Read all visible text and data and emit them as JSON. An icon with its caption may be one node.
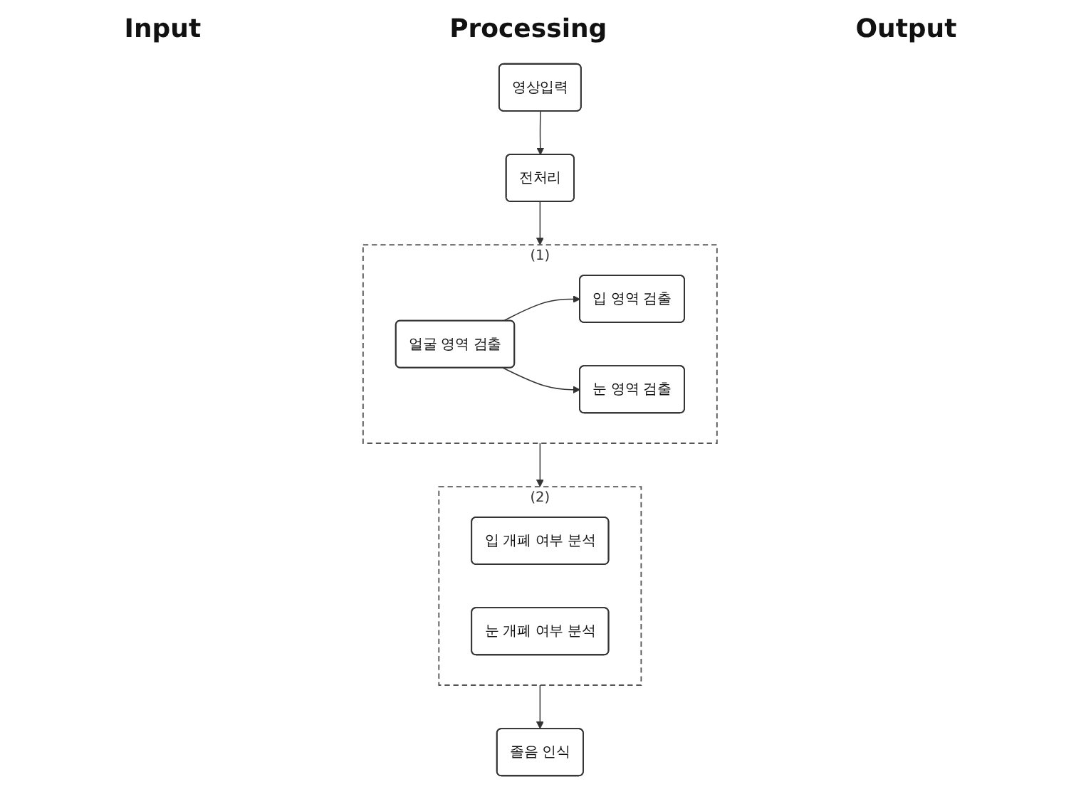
{
  "diagram": {
    "nodes": [
      {
        "text": [
          "영상입력"
        ]
      },
      {
        "text": [
          "전처리"
        ]
      },
      {
        "text": [
          "(1)"
        ]
      },
      {
        "text": [
          "얼굴 영역 검출"
        ],
        "in": 2
      },
      {
        "text": [
          "입 영역 검출"
        ],
        "in": 2
      },
      {
        "text": [
          "눈 영역 검출"
        ],
        "in": 2
      },
      {
        "text": [
          "(2)"
        ]
      },
      {
        "text": [
          "입 개폐 여부 분석"
        ],
        "in": 6
      },
      {
        "text": [
          "눈 개폐 여부 분석"
        ],
        "in": 6
      },
      {
        "text": [
          "졸음 인식"
        ]
      }
    ],
    "edges": [
      {
        "from": 0,
        "to": 1,
        "arrow": "to"
      },
      {
        "from": 1,
        "to": 2,
        "arrow": "to"
      },
      {
        "from": 3,
        "to": 4,
        "arrow": "to"
      },
      {
        "from": 3,
        "to": 5,
        "arrow": "to"
      },
      {
        "from": 2,
        "to": 6,
        "arrow": "to"
      },
      {
        "from": 6,
        "to": 9,
        "arrow": "to"
      }
    ],
    "labels": [
      "Input",
      "Processing",
      "Output"
    ]
  }
}
